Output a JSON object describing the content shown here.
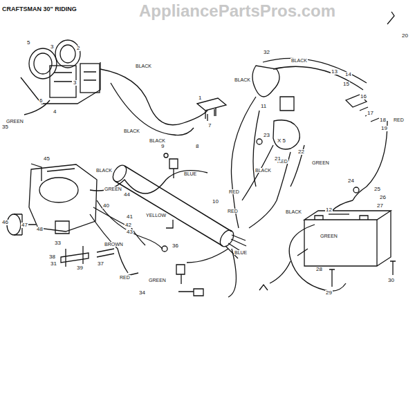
{
  "diagram": {
    "title": "CRAFTSMAN 30\" RIDING",
    "labels": [
      "AppliancePartsPros.com",
      "BLACK",
      "GREEN",
      "BLACK",
      "BLACK",
      "BLACK",
      "BLUE",
      "GREEN",
      "YELLOW",
      "BROWN",
      "RED",
      "GREEN",
      "BLUE",
      "RED",
      "BLACK",
      "BLACK",
      "RED",
      "GREEN",
      "BLACK",
      "BLACK",
      "RED",
      "GREEN",
      "RED",
      "5",
      "3",
      "2",
      "4",
      "3",
      "6",
      "35",
      "1",
      "7",
      "8",
      "9",
      "10",
      "45",
      "46",
      "47",
      "48",
      "33",
      "31",
      "38",
      "37",
      "39",
      "36",
      "40",
      "41",
      "42",
      "43",
      "44",
      "34",
      "32",
      "11",
      "23",
      "22",
      "21",
      "13",
      "14",
      "15",
      "16",
      "17",
      "18",
      "19",
      "20",
      "24",
      "25",
      "26",
      "27",
      "28",
      "29",
      "30",
      "12",
      "X 5"
    ]
  }
}
